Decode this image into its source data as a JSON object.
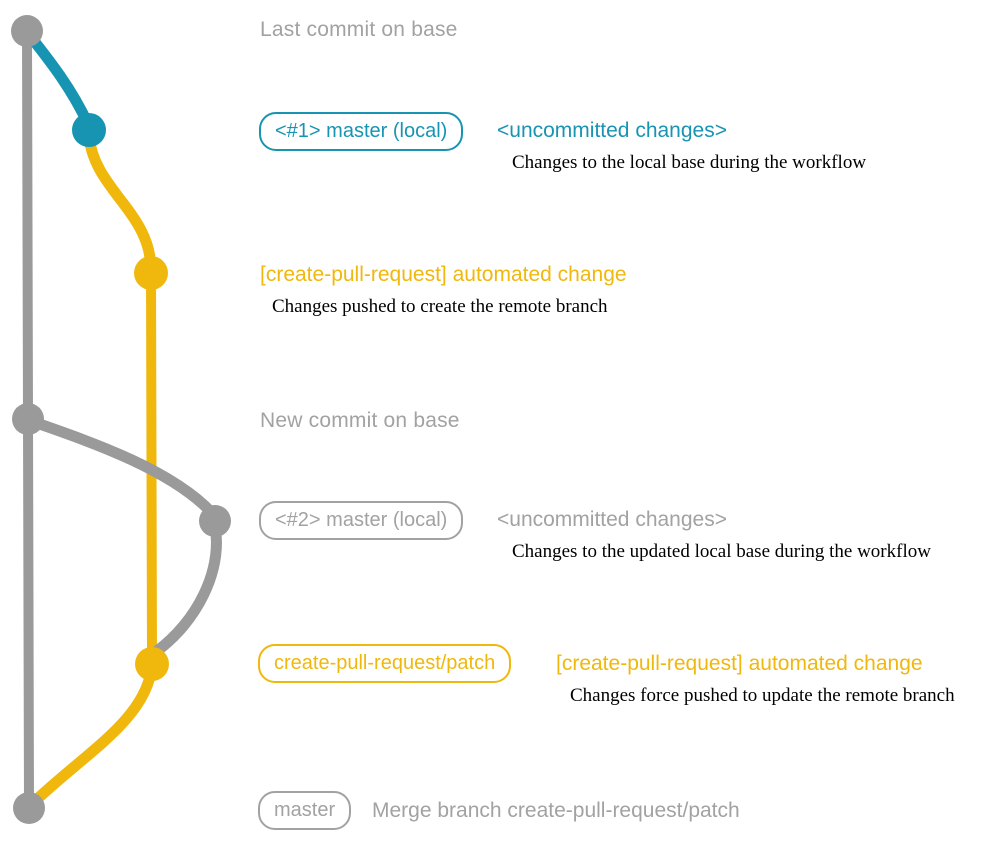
{
  "colors": {
    "teal": "#1894b3",
    "yellow": "#f0b80c",
    "gray_line": "#9a9a9a",
    "gray_text": "#a2a2a2",
    "black": "#000000"
  },
  "graph": {
    "commit_names": [
      "last-commit-on-base",
      "master-local-1-commit",
      "automated-change-1-commit",
      "new-commit-on-base",
      "master-local-2-commit",
      "automated-change-2-commit",
      "merge-commit"
    ]
  },
  "rows": {
    "last_commit": {
      "heading": "Last commit on base"
    },
    "master_local_1": {
      "branch_label": "<#1> master (local)",
      "status": "<uncommitted changes>",
      "description": "Changes to the local base during the workflow"
    },
    "automated_change_1": {
      "title": "[create-pull-request] automated change",
      "description": "Changes pushed to create the remote branch"
    },
    "new_commit": {
      "heading": "New commit on base"
    },
    "master_local_2": {
      "branch_label": "<#2> master (local)",
      "status": "<uncommitted changes>",
      "description": "Changes to the updated local base during the workflow"
    },
    "automated_change_2": {
      "branch_label": "create-pull-request/patch",
      "title": "[create-pull-request] automated change",
      "description": "Changes force pushed to update the remote branch"
    },
    "merge": {
      "branch_label": "master",
      "description": "Merge branch create-pull-request/patch"
    }
  }
}
